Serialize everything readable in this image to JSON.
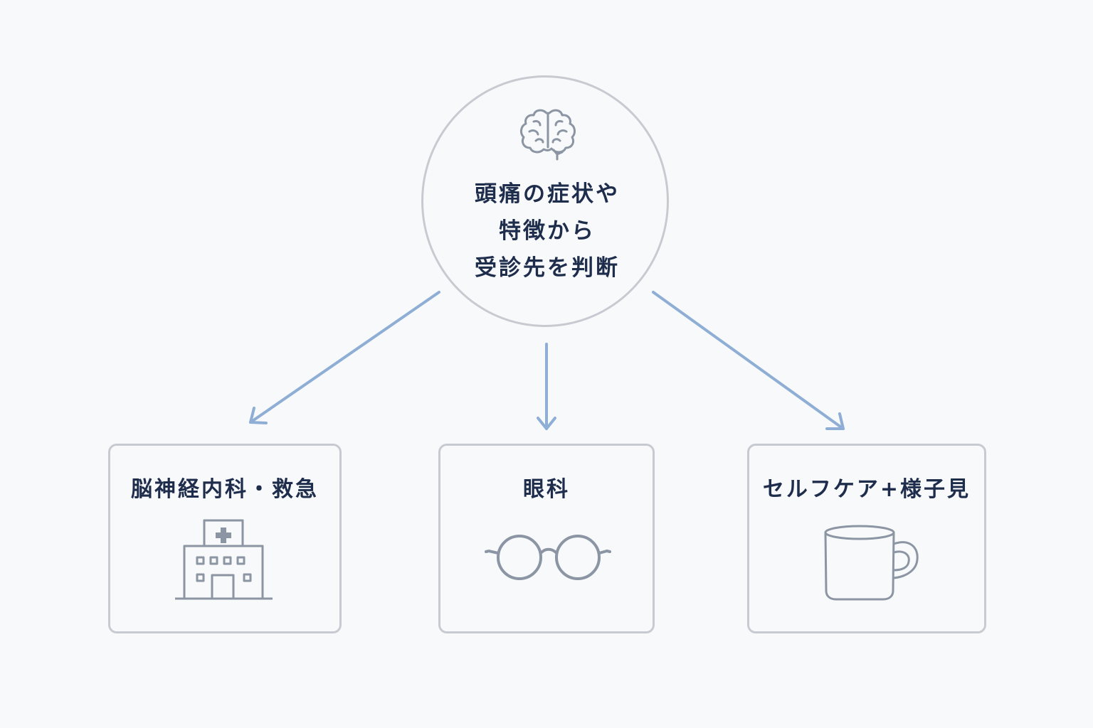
{
  "hub": {
    "lines": [
      "頭痛の症状や",
      "特徴から",
      "受診先を判断"
    ],
    "icon": "brain-icon"
  },
  "destinations": [
    {
      "label": "脳神経内科・救急",
      "icon": "hospital-icon"
    },
    {
      "label": "眼科",
      "icon": "glasses-icon"
    },
    {
      "label": "セルフケア+様子見",
      "icon": "mug-icon"
    }
  ],
  "colors": {
    "background": "#f8f9fa",
    "border": "#c7cbd1",
    "text": "#1f2d4d",
    "arrow": "#8eaed5",
    "icon": "#8b95a3"
  }
}
